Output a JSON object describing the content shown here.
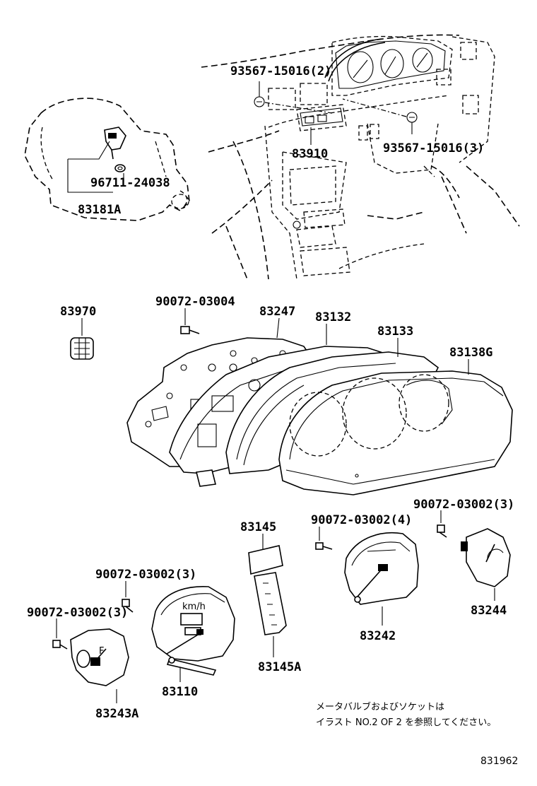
{
  "part_labels": {
    "p93567_15016_2": "93567-15016(2)",
    "p93567_15016_3": "93567-15016(3)",
    "p83910": "83910",
    "p96711_24038": "96711-24038",
    "p83181A": "83181A",
    "p83970": "83970",
    "p90072_03004": "90072-03004",
    "p83247": "83247",
    "p83132": "83132",
    "p83133": "83133",
    "p83138G": "83138G",
    "p83145": "83145",
    "p90072_03002_4": "90072-03002(4)",
    "p90072_03002_3_right": "90072-03002(3)",
    "p90072_03002_3_upper": "90072-03002(3)",
    "p90072_03002_3_lower": "90072-03002(3)",
    "p83244": "83244",
    "p83242": "83242",
    "p83145A": "83145A",
    "p83110": "83110",
    "p83243A": "83243A"
  },
  "note": {
    "line1": "メータバルブおよびソケットは",
    "line2": "イラスト NO.2 OF 2 を参照してください。"
  },
  "figure_ref": "831962",
  "gauge_text": {
    "speedo_unit": "km/h"
  }
}
